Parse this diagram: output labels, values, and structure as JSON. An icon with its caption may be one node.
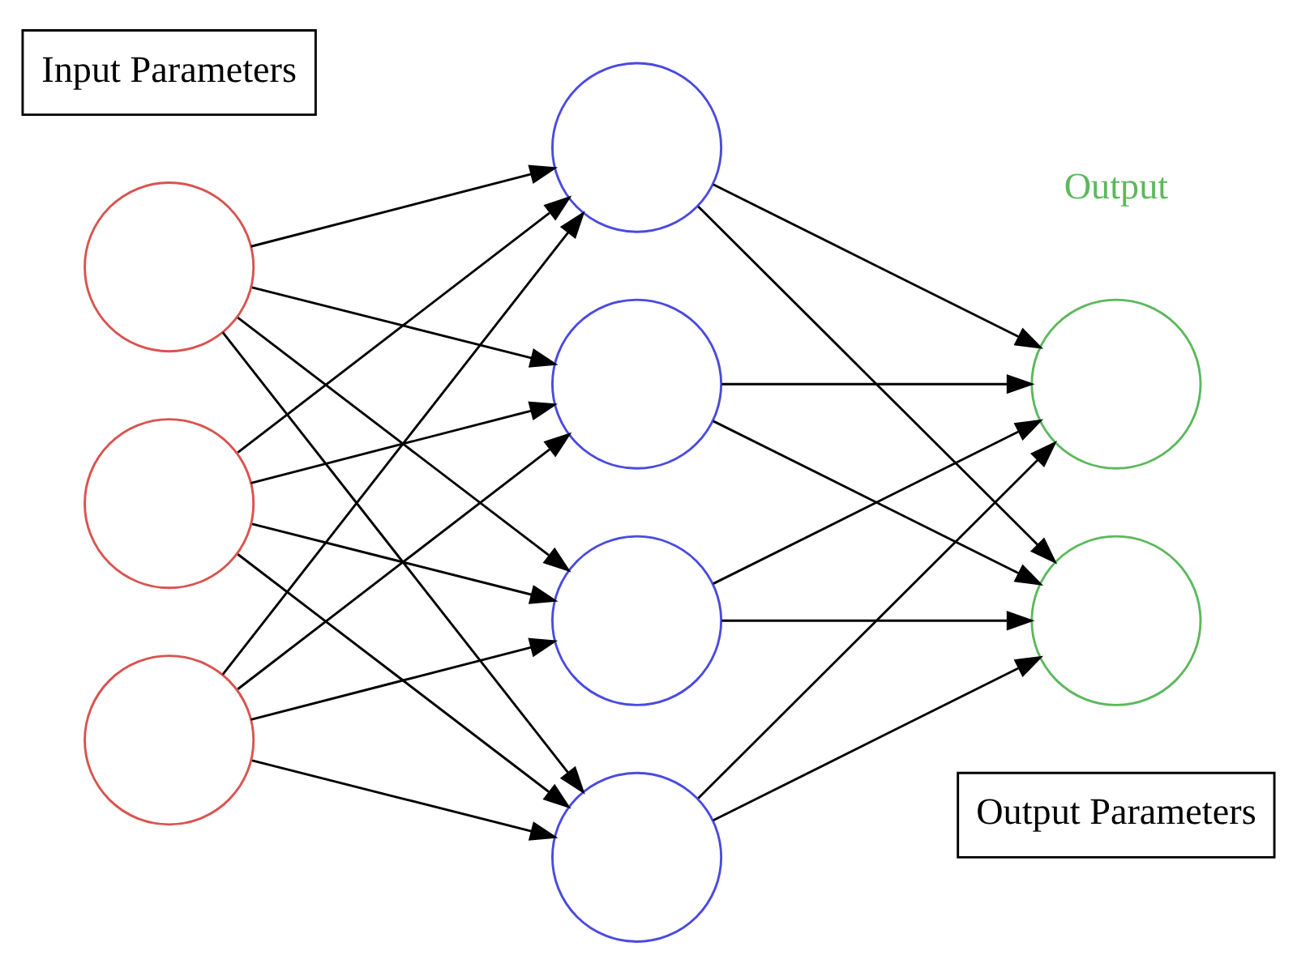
{
  "diagram": {
    "nodes": [
      {
        "text": [
          "Input Parameters"
        ]
      },
      {
        "text": [],
        "shape": "circle"
      },
      {
        "text": [],
        "shape": "circle"
      },
      {
        "text": [],
        "shape": "circle"
      },
      {
        "text": [],
        "shape": "circle"
      },
      {
        "text": [],
        "shape": "circle"
      },
      {
        "text": [],
        "shape": "circle"
      },
      {
        "text": [],
        "shape": "circle"
      },
      {
        "text": [],
        "shape": "circle"
      },
      {
        "text": [],
        "shape": "circle"
      },
      {
        "text": [
          "Output Parameters"
        ]
      }
    ],
    "edges": [
      {
        "from": 1,
        "to": 4,
        "arrow": "to"
      },
      {
        "from": 1,
        "to": 5,
        "arrow": "to"
      },
      {
        "from": 1,
        "to": 6,
        "arrow": "to"
      },
      {
        "from": 1,
        "to": 7,
        "arrow": "to"
      },
      {
        "from": 2,
        "to": 4,
        "arrow": "to"
      },
      {
        "from": 2,
        "to": 5,
        "arrow": "to"
      },
      {
        "from": 2,
        "to": 6,
        "arrow": "to"
      },
      {
        "from": 2,
        "to": 7,
        "arrow": "to"
      },
      {
        "from": 3,
        "to": 4,
        "arrow": "to"
      },
      {
        "from": 3,
        "to": 5,
        "arrow": "to"
      },
      {
        "from": 3,
        "to": 6,
        "arrow": "to"
      },
      {
        "from": 3,
        "to": 7,
        "arrow": "to"
      },
      {
        "from": 4,
        "to": 8,
        "arrow": "to"
      },
      {
        "from": 4,
        "to": 9,
        "arrow": "to"
      },
      {
        "from": 5,
        "to": 8,
        "arrow": "to"
      },
      {
        "from": 5,
        "to": 9,
        "arrow": "to"
      },
      {
        "from": 6,
        "to": 8,
        "arrow": "to"
      },
      {
        "from": 6,
        "to": 9,
        "arrow": "to"
      },
      {
        "from": 7,
        "to": 8,
        "arrow": "to"
      },
      {
        "from": 7,
        "to": 9,
        "arrow": "to"
      }
    ],
    "labels": [
      "Output"
    ]
  }
}
